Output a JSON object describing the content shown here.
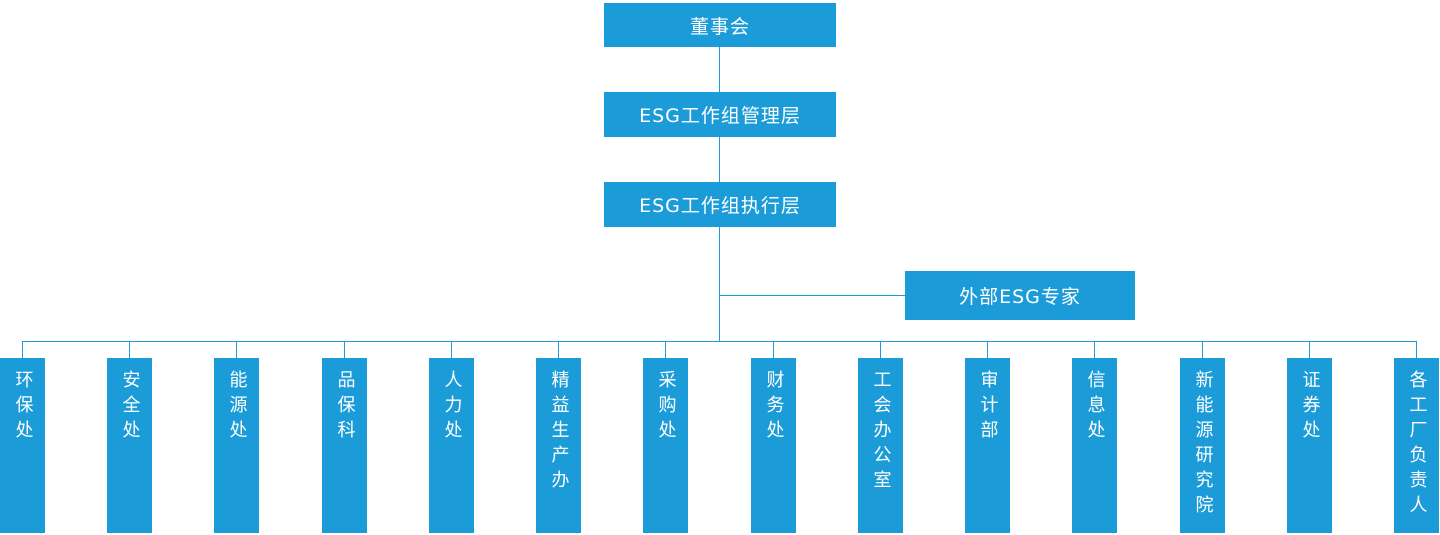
{
  "org": {
    "board": "董事会",
    "management": "ESG工作组管理层",
    "execution": "ESG工作组执行层",
    "external": "外部ESG专家",
    "departments": [
      "环保处",
      "安全处",
      "能源处",
      "品保科",
      "人力处",
      "精益生产办",
      "采购处",
      "财务处",
      "工会办公室",
      "审计部",
      "信息处",
      "新能源研究院",
      "证券处",
      "各工厂负责人"
    ]
  },
  "colors": {
    "box_fill": "#1b9cd9",
    "box_text": "#ffffff",
    "connector": "#1b9cd9"
  }
}
